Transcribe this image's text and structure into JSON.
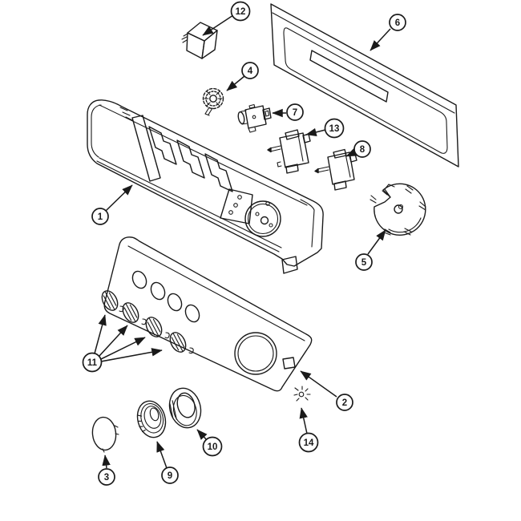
{
  "diagram": {
    "background_color": "#ffffff",
    "line_color": "#1a1a1a",
    "callouts": {
      "c1": "1",
      "c2": "2",
      "c3": "3",
      "c4": "4",
      "c5": "5",
      "c6": "6",
      "c7": "7",
      "c8": "8",
      "c9": "9",
      "c10": "10",
      "c11": "11",
      "c12": "12",
      "c13": "13",
      "c14": "14"
    }
  }
}
